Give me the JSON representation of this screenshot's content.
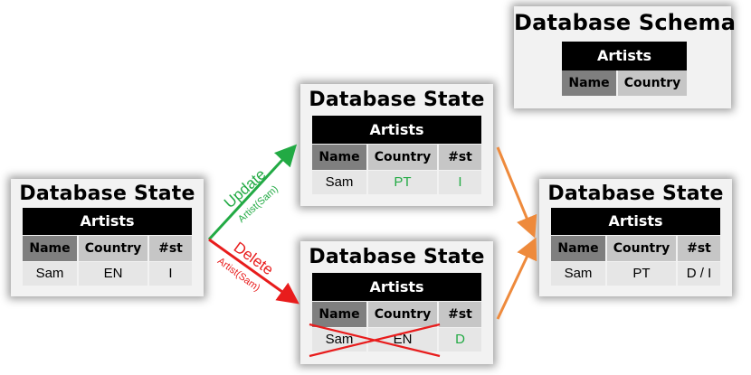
{
  "schema": {
    "title": "Database Schema",
    "table_name": "Artists",
    "columns": [
      "Name",
      "Country"
    ]
  },
  "state_initial": {
    "title": "Database State",
    "table_name": "Artists",
    "columns": [
      "Name",
      "Country",
      "#st"
    ],
    "row": [
      "Sam",
      "EN",
      "I"
    ]
  },
  "state_updated": {
    "title": "Database State",
    "table_name": "Artists",
    "columns": [
      "Name",
      "Country",
      "#st"
    ],
    "row": [
      "Sam",
      "PT",
      "I"
    ]
  },
  "state_deleted": {
    "title": "Database State",
    "table_name": "Artists",
    "columns": [
      "Name",
      "Country",
      "#st"
    ],
    "row": [
      "Sam",
      "EN",
      "D"
    ]
  },
  "state_merged": {
    "title": "Database State",
    "table_name": "Artists",
    "columns": [
      "Name",
      "Country",
      "#st"
    ],
    "row": [
      "Sam",
      "PT",
      "D / I"
    ]
  },
  "operations": {
    "update": {
      "label": "Update",
      "arg": "Artist(Sam)"
    },
    "delete": {
      "label": "Delete",
      "arg": "Artist(Sam)"
    }
  },
  "colors": {
    "update": "#22aa44",
    "delete": "#e81c1c",
    "merge": "#ee8a3c",
    "changed_value": "#22aa44"
  }
}
